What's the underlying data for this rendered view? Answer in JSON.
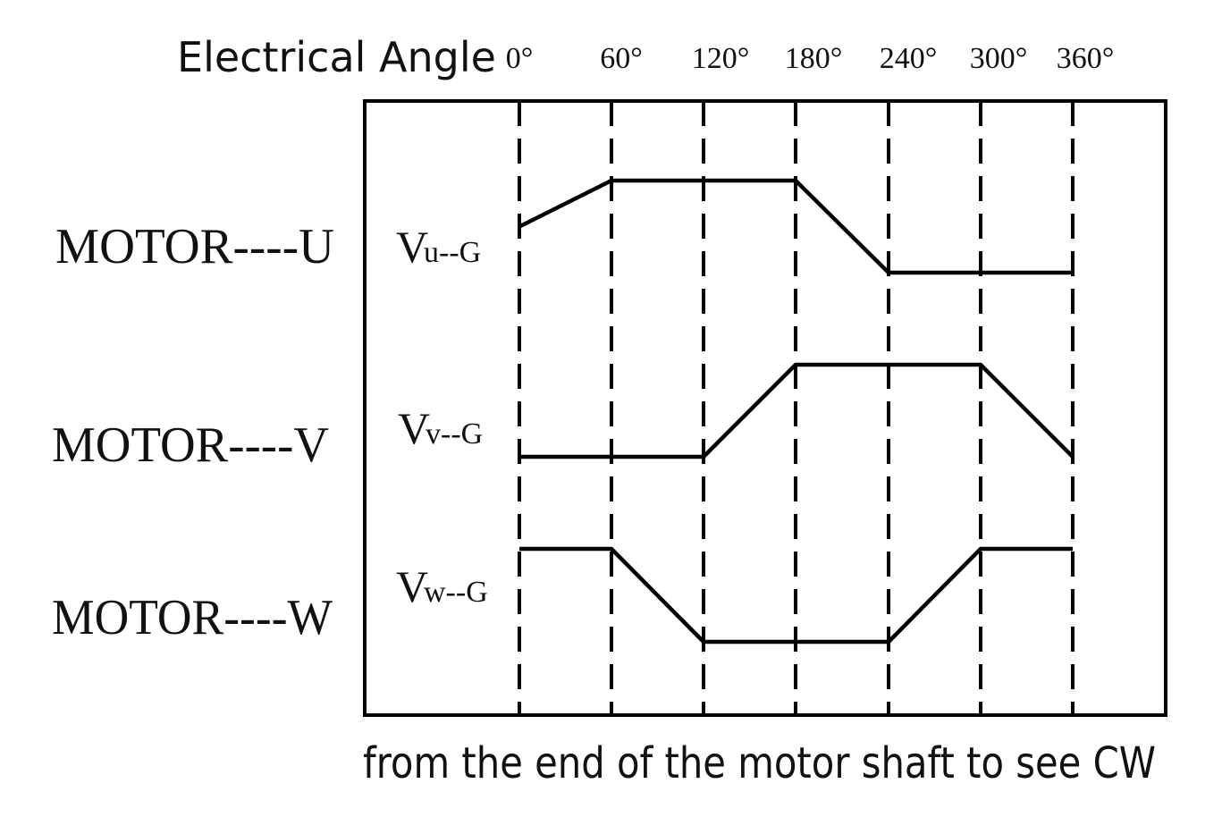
{
  "title": "Electrical Angle",
  "angle_ticks": [
    "0°",
    "60°",
    "120°",
    "180°",
    "240°",
    "300°",
    "360°"
  ],
  "caption": "from the end of the motor shaft to see CW",
  "rows": [
    {
      "motor_label": "MOTOR----U",
      "signal_main": "V",
      "signal_sub": "u--G",
      "levels": [
        0.5,
        1,
        1,
        1,
        0,
        0,
        0
      ]
    },
    {
      "motor_label": "MOTOR----V",
      "signal_main": "V",
      "signal_sub": "v--G",
      "levels": [
        0,
        0,
        0,
        1,
        1,
        1,
        0
      ]
    },
    {
      "motor_label": "MOTOR----W",
      "signal_main": "V",
      "signal_sub": "w--G",
      "levels": [
        1,
        1,
        0,
        0,
        0,
        1,
        1
      ]
    }
  ]
}
